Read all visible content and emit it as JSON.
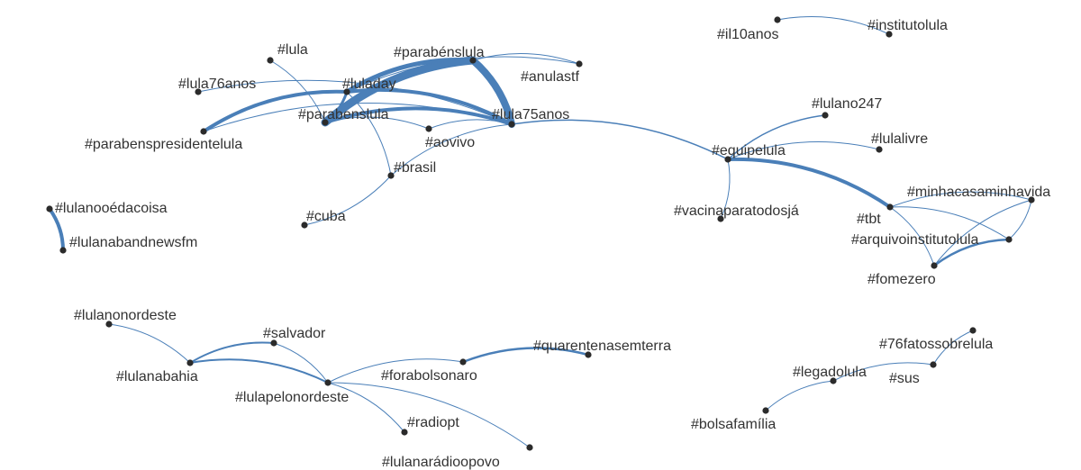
{
  "colors": {
    "edge": "#4a7fb8",
    "node": "#2b2b2b",
    "label": "#333333",
    "background": "#ffffff"
  },
  "nodes": [
    {
      "id": "lula",
      "label": "#lula"
    },
    {
      "id": "parabenslula_acc",
      "label": "#parabénslula"
    },
    {
      "id": "anulastf",
      "label": "#anulastf"
    },
    {
      "id": "lula76anos",
      "label": "#lula76anos"
    },
    {
      "id": "luladay",
      "label": "#luladay"
    },
    {
      "id": "lula75anos",
      "label": "#lula75anos"
    },
    {
      "id": "parabenslula",
      "label": "#parabenslula"
    },
    {
      "id": "parabenspresidentelula",
      "label": "#parabenspresidentelula"
    },
    {
      "id": "aovivo",
      "label": "#aovivo"
    },
    {
      "id": "brasil",
      "label": "#brasil"
    },
    {
      "id": "cuba",
      "label": "#cuba"
    },
    {
      "id": "il10anos",
      "label": "#il10anos"
    },
    {
      "id": "institutolula",
      "label": "#institutolula"
    },
    {
      "id": "lulano247",
      "label": "#lulano247"
    },
    {
      "id": "lulalivre",
      "label": "#lulalivre"
    },
    {
      "id": "equipelula",
      "label": "#equipelula"
    },
    {
      "id": "vacinaparatodosja",
      "label": "#vacinaparatodosjá"
    },
    {
      "id": "minhacasaminhavida",
      "label": "#minhacasaminhavida"
    },
    {
      "id": "tbt",
      "label": "#tbt"
    },
    {
      "id": "arquivoinstitutolula",
      "label": "#arquivoinstitutolula"
    },
    {
      "id": "fomezero",
      "label": "#fomezero"
    },
    {
      "id": "lulanooedacoisa",
      "label": "#lulanooédacoisa"
    },
    {
      "id": "lulanabandnewsfm",
      "label": "#lulanabandnewsfm"
    },
    {
      "id": "lulanonordeste",
      "label": "#lulanonordeste"
    },
    {
      "id": "salvador",
      "label": "#salvador"
    },
    {
      "id": "lulanabahia",
      "label": "#lulanabahia"
    },
    {
      "id": "lulapelonordeste",
      "label": "#lulapelonordeste"
    },
    {
      "id": "quarentenasemterra",
      "label": "#quarentenasemterra"
    },
    {
      "id": "forabolsonaro",
      "label": "#forabolsonaro"
    },
    {
      "id": "radiopt",
      "label": "#radiopt"
    },
    {
      "id": "lulanaradioopovo",
      "label": "#lulanarádioopovo"
    },
    {
      "id": "76fatossobrelula",
      "label": "#76fatossobrelula"
    },
    {
      "id": "legadolula",
      "label": "#legadolula"
    },
    {
      "id": "sus",
      "label": "#sus"
    },
    {
      "id": "bolsafamilia",
      "label": "#bolsafamília"
    }
  ],
  "edges": [
    {
      "source": "luladay",
      "target": "parabenslula_acc",
      "weight": 5
    },
    {
      "source": "parabenslula_acc",
      "target": "lula75anos",
      "weight": 8
    },
    {
      "source": "parabenslula",
      "target": "parabenslula_acc",
      "weight": 9
    },
    {
      "source": "luladay",
      "target": "lula75anos",
      "weight": 4
    },
    {
      "source": "parabenslula",
      "target": "lula75anos",
      "weight": 4
    },
    {
      "source": "parabenspresidentelula",
      "target": "luladay",
      "weight": 4
    },
    {
      "source": "luladay",
      "target": "parabenslula",
      "weight": 3
    },
    {
      "source": "lula76anos",
      "target": "lula75anos",
      "weight": 1
    },
    {
      "source": "lula",
      "target": "parabenslula",
      "weight": 1
    },
    {
      "source": "parabenslula_acc",
      "target": "anulastf",
      "weight": 1
    },
    {
      "source": "luladay",
      "target": "anulastf",
      "weight": 1
    },
    {
      "source": "lula75anos",
      "target": "equipelula",
      "weight": 1.5
    },
    {
      "source": "parabenslula",
      "target": "aovivo",
      "weight": 1
    },
    {
      "source": "aovivo",
      "target": "lula75anos",
      "weight": 1
    },
    {
      "source": "luladay",
      "target": "brasil",
      "weight": 1
    },
    {
      "source": "brasil",
      "target": "lula75anos",
      "weight": 1
    },
    {
      "source": "brasil",
      "target": "cuba",
      "weight": 1
    },
    {
      "source": "parabenspresidentelula",
      "target": "lula75anos",
      "weight": 1
    },
    {
      "source": "il10anos",
      "target": "institutolula",
      "weight": 1
    },
    {
      "source": "equipelula",
      "target": "lulano247",
      "weight": 1.5
    },
    {
      "source": "equipelula",
      "target": "lulalivre",
      "weight": 1
    },
    {
      "source": "equipelula",
      "target": "vacinaparatodosja",
      "weight": 1
    },
    {
      "source": "equipelula",
      "target": "tbt",
      "weight": 4
    },
    {
      "source": "tbt",
      "target": "minhacasaminhavida",
      "weight": 1
    },
    {
      "source": "tbt",
      "target": "arquivoinstitutolula",
      "weight": 1
    },
    {
      "source": "tbt",
      "target": "fomezero",
      "weight": 1
    },
    {
      "source": "minhacasaminhavida",
      "target": "arquivoinstitutolula",
      "weight": 1
    },
    {
      "source": "fomezero",
      "target": "arquivoinstitutolula",
      "weight": 2.5
    },
    {
      "source": "fomezero",
      "target": "minhacasaminhavida",
      "weight": 1
    },
    {
      "source": "lulanooedacoisa",
      "target": "lulanabandnewsfm",
      "weight": 4
    },
    {
      "source": "lulanonordeste",
      "target": "lulanabahia",
      "weight": 1
    },
    {
      "source": "lulanabahia",
      "target": "salvador",
      "weight": 2
    },
    {
      "source": "lulanabahia",
      "target": "lulapelonordeste",
      "weight": 2
    },
    {
      "source": "salvador",
      "target": "lulapelonordeste",
      "weight": 1
    },
    {
      "source": "lulapelonordeste",
      "target": "forabolsonaro",
      "weight": 1
    },
    {
      "source": "forabolsonaro",
      "target": "quarentenasemterra",
      "weight": 2.5
    },
    {
      "source": "lulapelonordeste",
      "target": "radiopt",
      "weight": 1
    },
    {
      "source": "lulapelonordeste",
      "target": "lulanaradioopovo",
      "weight": 1
    },
    {
      "source": "bolsafamilia",
      "target": "legadolula",
      "weight": 1
    },
    {
      "source": "legadolula",
      "target": "sus",
      "weight": 1
    },
    {
      "source": "sus",
      "target": "76fatossobrelula",
      "weight": 1
    }
  ]
}
